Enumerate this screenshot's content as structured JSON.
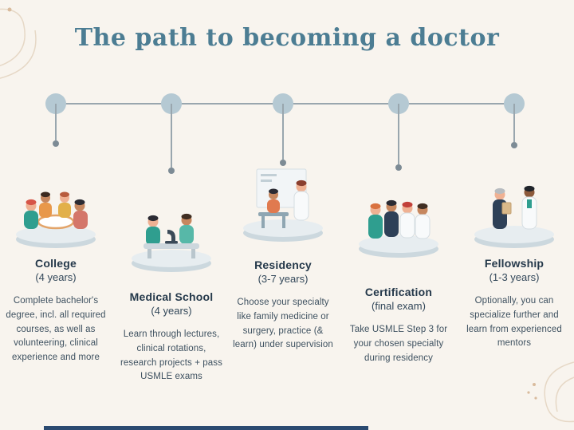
{
  "page": {
    "title": "The path to becoming a doctor",
    "background_color": "#f8f4ee",
    "accent_color": "#4c7d93",
    "bottom_bar_color": "#2b4a70"
  },
  "timeline": {
    "stages": [
      {
        "title": "College",
        "duration": "(4 years)",
        "description": "Complete bachelor's degree, incl. all required courses, as well as volunteering, clinical experience and more",
        "illustration": "students-around-table-illustration"
      },
      {
        "title": "Medical School",
        "duration": "(4 years)",
        "description": "Learn through lectures, clinical rotations, research projects + pass USMLE exams",
        "illustration": "students-with-microscope-illustration"
      },
      {
        "title": "Residency",
        "duration": "(3-7 years)",
        "description": "Choose your specialty like family medicine or surgery, practice (& learn) under supervision",
        "illustration": "doctor-examining-patient-illustration"
      },
      {
        "title": "Certification",
        "duration": "(final exam)",
        "description": "Take USMLE Step 3 for your chosen specialty during residency",
        "illustration": "group-of-doctors-illustration"
      },
      {
        "title": "Fellowship",
        "duration": "(1-3 years)",
        "description": "Optionally, you can specialize further and learn from experienced mentors",
        "illustration": "mentor-and-doctor-illustration"
      }
    ]
  }
}
